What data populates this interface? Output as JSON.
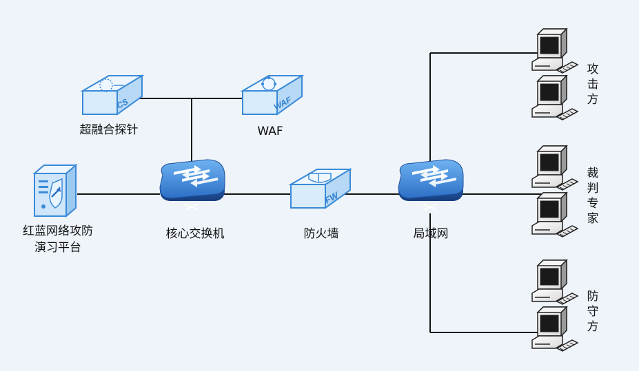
{
  "nodes": {
    "probe": {
      "label": "超融合探针",
      "device_text": "CS"
    },
    "waf": {
      "label": "WAF",
      "device_text": "WAF"
    },
    "platform": {
      "label_line1": "红蓝网络攻防",
      "label_line2": "演习平台"
    },
    "core_switch": {
      "label": "核心交换机"
    },
    "firewall": {
      "label": "防火墙",
      "device_text": "FW"
    },
    "lan": {
      "label": "局域网"
    }
  },
  "groups": {
    "attackers": {
      "chars": [
        "攻",
        "击",
        "方"
      ]
    },
    "referees": {
      "chars": [
        "裁",
        "判",
        "专",
        "家"
      ]
    },
    "defenders": {
      "chars": [
        "防",
        "守",
        "方"
      ]
    }
  },
  "colors": {
    "background": "#eef4fa",
    "switch_blue": "#2f78cf",
    "appliance_blue": "#4aa0e6",
    "line": "#111111"
  }
}
